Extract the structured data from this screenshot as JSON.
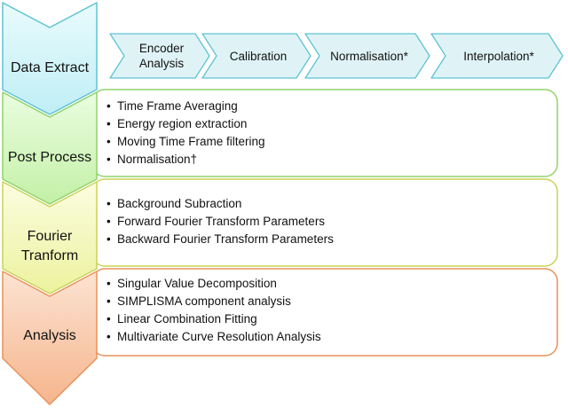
{
  "stages": [
    {
      "label": [
        "Data Extract"
      ],
      "fill": "#d3f5f9",
      "border": "#5fc3d3",
      "steps": [
        "Encoder\nAnalysis",
        "Calibration",
        "Normalisation*",
        "Interpolation*"
      ]
    },
    {
      "label": [
        "Post Process"
      ],
      "fill": "#d7f7c0",
      "border": "#8fd36a",
      "items": [
        "Time Frame Averaging",
        "Energy region extraction",
        "Moving Time Frame filtering",
        "Normalisation†"
      ]
    },
    {
      "label": [
        "Fourier",
        "Tranform"
      ],
      "fill": "#f3f6bd",
      "border": "#c9d258",
      "items": [
        "Background Subraction",
        "Forward Fourier Transform Parameters",
        "Backward Fourier Transform Parameters"
      ]
    },
    {
      "label": [
        "Analysis"
      ],
      "fill": "#f8cbab",
      "border": "#e8925a",
      "items": [
        "Singular Value Decomposition",
        "SIMPLISMA component analysis",
        "Linear Combination Fitting",
        "Multivariate Curve Resolution Analysis"
      ]
    }
  ],
  "step_style": {
    "fill": "#dff3f7",
    "border": "#5fc3d3"
  }
}
